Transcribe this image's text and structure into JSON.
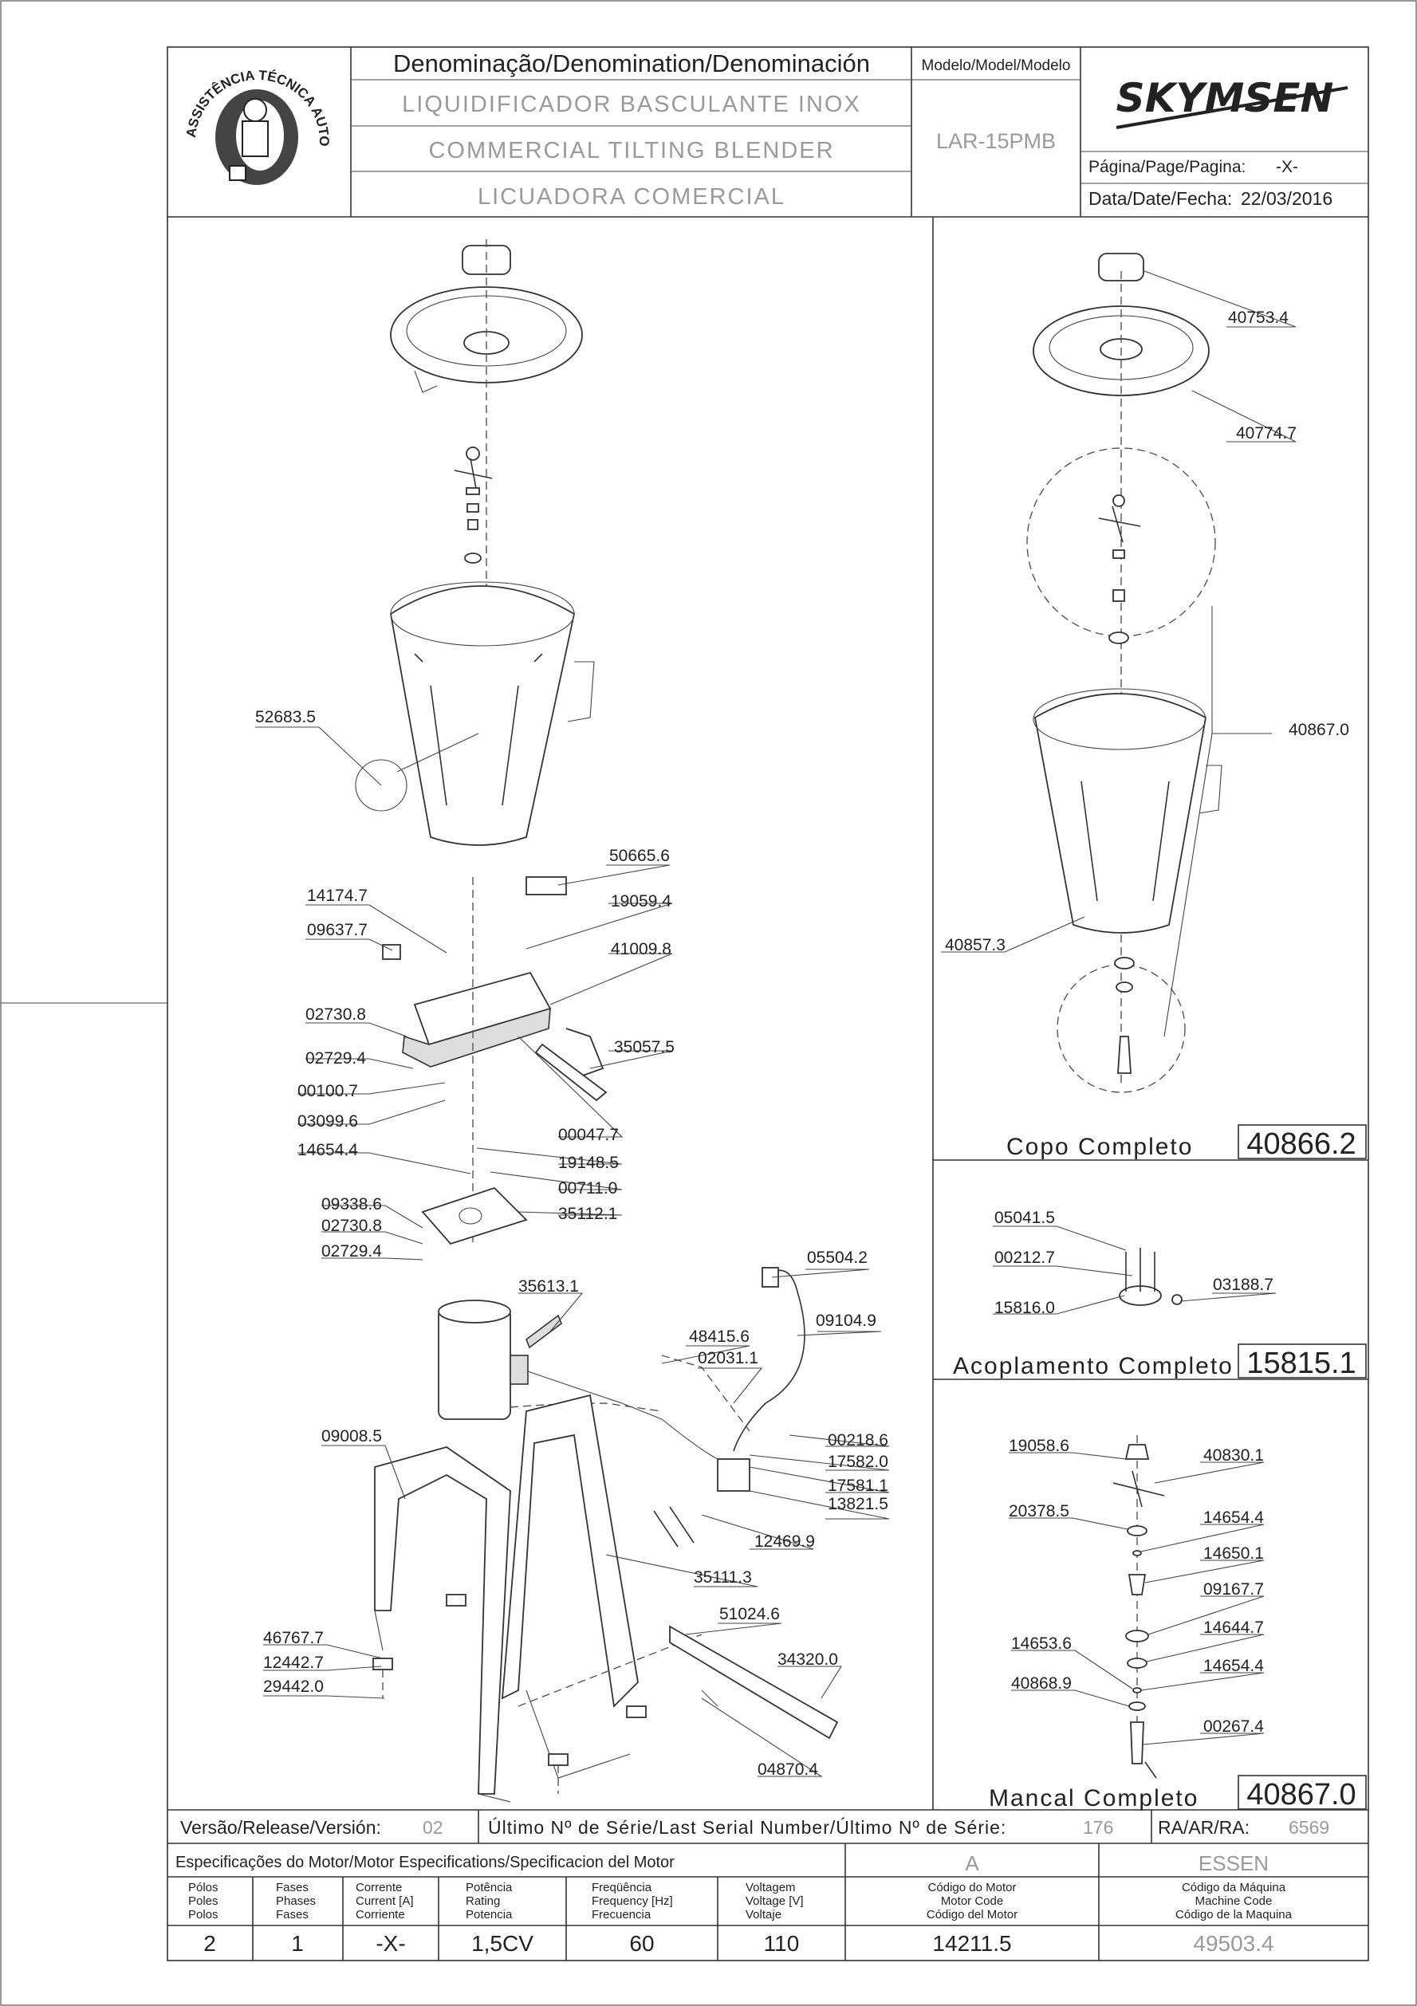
{
  "header": {
    "denomination_label": "Denominação/Denomination/Denominación",
    "name_pt": "LIQUIDIFICADOR BASCULANTE INOX",
    "name_en": "COMMERCIAL TILTING BLENDER",
    "name_es": "LICUADORA COMERCIAL",
    "model_label": "Modelo/Model/Modelo",
    "model_value": "LAR-15PMB",
    "brand": "SKYMSEN",
    "logo_circle_text": "ASSISTÊNCIA TÉCNICA AUTORIZADA",
    "page_label": "Página/Page/Pagina:",
    "page_value": "-X-",
    "date_label": "Data/Date/Fecha:",
    "date_value": "22/03/2016"
  },
  "main_labels": [
    "52683.5",
    "50665.6",
    "14174.7",
    "19059.4",
    "09637.7",
    "41009.8",
    "02730.8",
    "35057.5",
    "02729.4",
    "00100.7",
    "03099.6",
    "00047.7",
    "14654.4",
    "19148.5",
    "00711.0",
    "09338.6",
    "35112.1",
    "02730.8",
    "02729.4",
    "35613.1",
    "05504.2",
    "48415.6",
    "09104.9",
    "02031.1",
    "00218.6",
    "17582.0",
    "17581.1",
    "13821.5",
    "09008.5",
    "12469.9",
    "35111.3",
    "51024.6",
    "46767.7",
    "34320.0",
    "12442.7",
    "29442.0",
    "04870.4"
  ],
  "copo": {
    "labels": [
      "40753.4",
      "40774.7",
      "40867.0",
      "40857.3"
    ],
    "title": "Copo Completo",
    "code": "40866.2"
  },
  "acoplamento": {
    "labels": [
      "05041.5",
      "00212.7",
      "03188.7",
      "15816.0"
    ],
    "title": "Acoplamento Completo",
    "code": "15815.1"
  },
  "mancal": {
    "labels": [
      "19058.6",
      "40830.1",
      "20378.5",
      "14654.4",
      "14650.1",
      "09167.7",
      "14644.7",
      "14653.6",
      "14654.4",
      "40868.9",
      "00267.4"
    ],
    "title": "Mancal Completo",
    "code": "40867.0"
  },
  "release": {
    "version_label": "Versão/Release/Versión:",
    "version_value": "02",
    "serial_label": "Último Nº de Série/Last Serial Number/Último Nº de Série:",
    "serial_value": "176",
    "ra_label": "RA/AR/RA:",
    "ra_value": "6569"
  },
  "motor": {
    "spec_label": "Especificações do Motor/Motor Especifications/Specificacion del Motor",
    "rev_value": "A",
    "maker_value": "ESSEN",
    "columns": [
      {
        "l1": "Pólos",
        "l2": "Poles",
        "l3": "Polos",
        "value": "2"
      },
      {
        "l1": "Fases",
        "l2": "Phases",
        "l3": "Fases",
        "value": "1"
      },
      {
        "l1": "Corrente",
        "l2": "Current [A]",
        "l3": "Corriente",
        "value": "-X-"
      },
      {
        "l1": "Potência",
        "l2": "Rating",
        "l3": "Potencia",
        "value": "1,5CV"
      },
      {
        "l1": "Freqüência",
        "l2": "Frequency [Hz]",
        "l3": "Frecuencia",
        "value": "60"
      },
      {
        "l1": "Voltagem",
        "l2": "Voltage [V]",
        "l3": "Voltaje",
        "value": "110"
      },
      {
        "l1": "Código do Motor",
        "l2": "Motor Code",
        "l3": "Código del Motor",
        "value": "14211.5"
      },
      {
        "l1": "Código da Máquina",
        "l2": "Machine Code",
        "l3": "Código de la Maquina",
        "value": "49503.4"
      }
    ]
  }
}
